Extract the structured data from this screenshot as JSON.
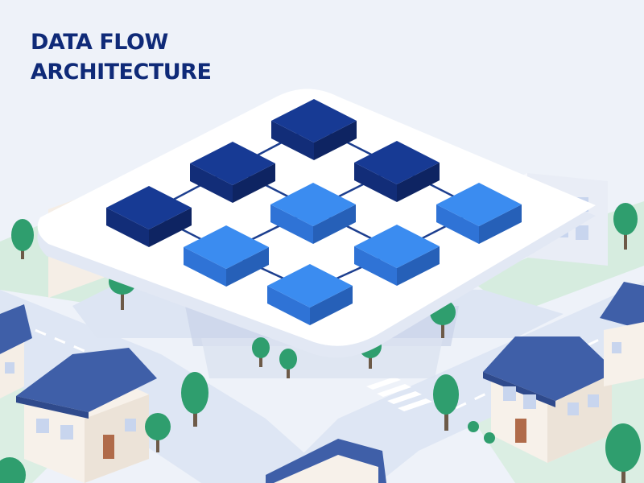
{
  "title": {
    "line1": "DATA FLOW",
    "line2": "ARCHITECTURE"
  },
  "palette": {
    "dark_block": "#173a94",
    "light_block": "#3b8cf0",
    "platform": "#ffffff",
    "ground": "#eef2f9",
    "road": "#dde5f3",
    "grass": "#cfe9dc",
    "tree": "#2f9e6e",
    "roof": "#3f5fa8",
    "wall": "#f7f1ea"
  },
  "diagram": {
    "blocks": [
      {
        "id": "n1",
        "tone": "dark"
      },
      {
        "id": "n2",
        "tone": "dark"
      },
      {
        "id": "n3",
        "tone": "dark"
      },
      {
        "id": "n4",
        "tone": "dark"
      },
      {
        "id": "n5",
        "tone": "light"
      },
      {
        "id": "n6",
        "tone": "light"
      },
      {
        "id": "n7",
        "tone": "light"
      },
      {
        "id": "n8",
        "tone": "light"
      },
      {
        "id": "n9",
        "tone": "light"
      }
    ],
    "links": [
      [
        "n1",
        "n2"
      ],
      [
        "n1",
        "n3"
      ],
      [
        "n2",
        "n5"
      ],
      [
        "n2",
        "n4"
      ],
      [
        "n3",
        "n5"
      ],
      [
        "n3",
        "n6"
      ],
      [
        "n4",
        "n7"
      ],
      [
        "n5",
        "n7"
      ],
      [
        "n5",
        "n8"
      ],
      [
        "n6",
        "n8"
      ],
      [
        "n7",
        "n9"
      ],
      [
        "n8",
        "n9"
      ]
    ]
  }
}
